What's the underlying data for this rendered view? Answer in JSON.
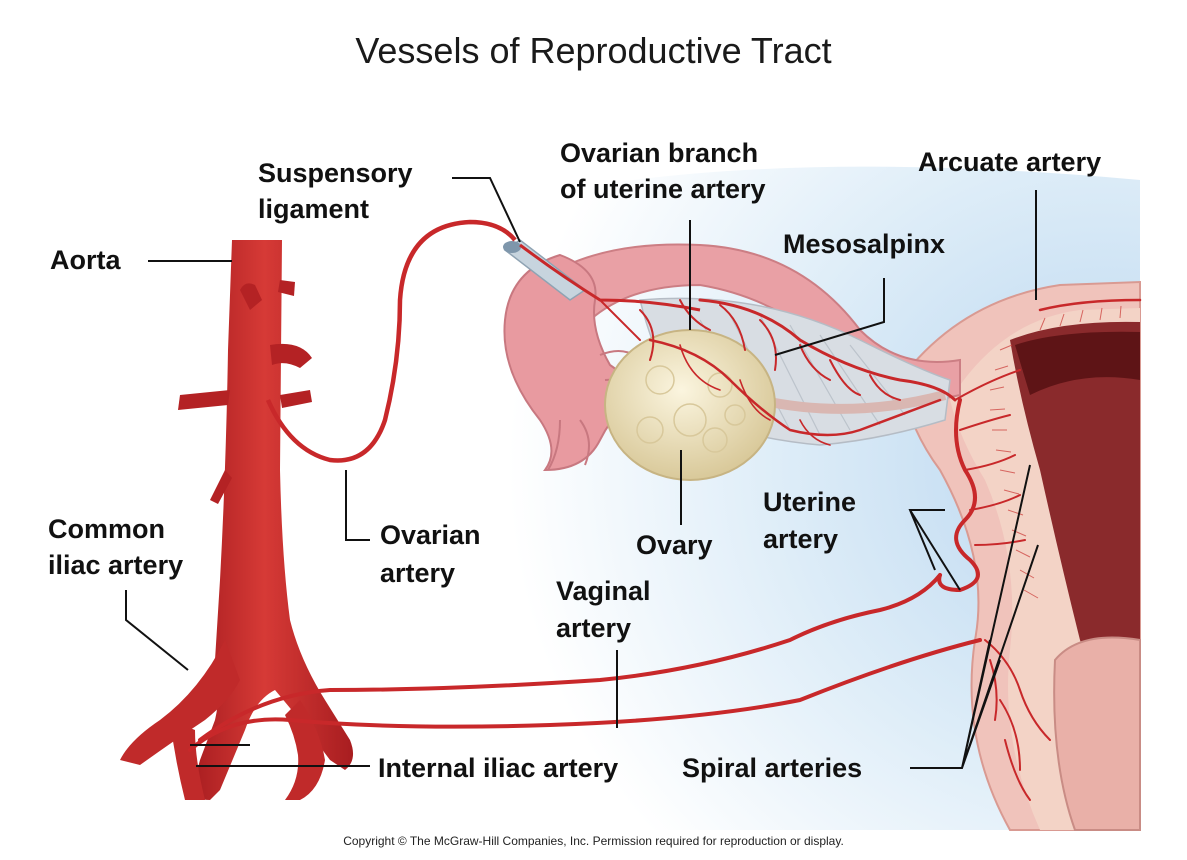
{
  "title": "Vessels of Reproductive Tract",
  "labels": {
    "aorta": "Aorta",
    "suspensory_line1": "Suspensory",
    "suspensory_line2": "ligament",
    "ovarian_branch_line1": "Ovarian branch",
    "ovarian_branch_line2": "of uterine artery",
    "arcuate_artery": "Arcuate artery",
    "mesosalpinx": "Mesosalpinx",
    "common_iliac_line1": "Common",
    "common_iliac_line2": "iliac artery",
    "ovarian_artery_line1": "Ovarian",
    "ovarian_artery_line2": "artery",
    "ovary": "Ovary",
    "uterine_artery_line1": "Uterine",
    "uterine_artery_line2": "artery",
    "vaginal_artery_line1": "Vaginal",
    "vaginal_artery_line2": "artery",
    "internal_iliac_artery": "Internal iliac artery",
    "spiral_arteries": "Spiral arteries"
  },
  "copyright": "Copyright © The McGraw-Hill Companies, Inc. Permission required for reproduction or display.",
  "colors": {
    "artery": "#c8282a",
    "artery_dark": "#a01c1e",
    "tissue_pink": "#e9a2a6",
    "uterus_wall": "#f0c6bf",
    "ovary": "#efe4c4",
    "mesosalpinx": "#d9dde2",
    "background_blue": "#dcebf7"
  }
}
